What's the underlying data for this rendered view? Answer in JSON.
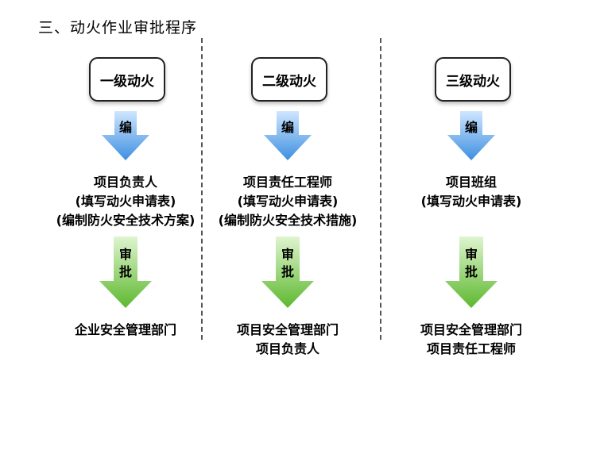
{
  "title": "三、动火作业审批程序",
  "colors": {
    "blue_arrow": "#3d8fe0",
    "green_arrow": "#5db82e"
  },
  "columns": [
    {
      "level": "一级动火",
      "compile_label": "编",
      "responsible_lines": [
        "项目负责人",
        "(填写动火申请表)",
        "(编制防火安全技术方案)"
      ],
      "approve_label": [
        "审",
        "批"
      ],
      "approver_lines": [
        "企业安全管理部门"
      ]
    },
    {
      "level": "二级动火",
      "compile_label": "编",
      "responsible_lines": [
        "项目责任工程师",
        "(填写动火申请表)",
        "(编制防火安全技术措施)"
      ],
      "approve_label": [
        "审",
        "批"
      ],
      "approver_lines": [
        "项目安全管理部门",
        "项目负责人"
      ]
    },
    {
      "level": "三级动火",
      "compile_label": "编",
      "responsible_lines": [
        "项目班组",
        "(填写动火申请表)"
      ],
      "approve_label": [
        "审",
        "批"
      ],
      "approver_lines": [
        "项目安全管理部门",
        "项目责任工程师"
      ]
    }
  ]
}
